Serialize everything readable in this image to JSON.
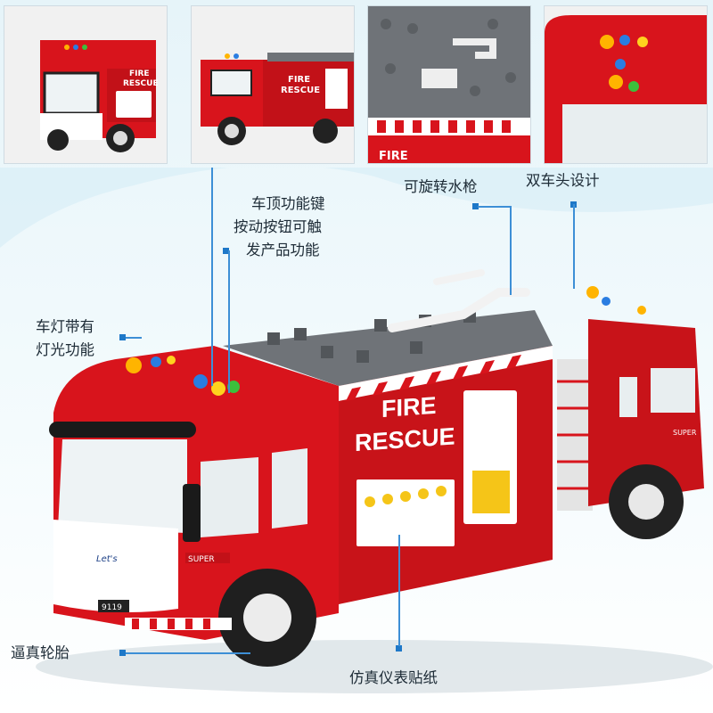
{
  "thumbnails": [
    {
      "alt": "front view",
      "text_rescue": "",
      "text_fire": ""
    },
    {
      "alt": "side view",
      "text_fire": "FIRE",
      "text_rescue": "RESCUE"
    },
    {
      "alt": "roof view",
      "text_fire": "FIRE",
      "text_rescue": ""
    },
    {
      "alt": "cab top view",
      "text_fire": "",
      "text_rescue": ""
    }
  ],
  "thumb1": {
    "fire": "FIRE",
    "rescue": "RESCUE"
  },
  "truck": {
    "side_fire": "FIRE",
    "side_rescue": "RESCUE",
    "badge_front": "SUPER",
    "badge_rear": "SUPER",
    "plate": "9119",
    "grille_logo": "Let's"
  },
  "annotations": {
    "roof_keys_1": "车顶功能键",
    "roof_keys_2": "按动按钮可触",
    "roof_keys_3": "发产品功能",
    "water_gun": "可旋转水枪",
    "dual_cab": "双车头设计",
    "lights_1": "车灯带有",
    "lights_2": "灯光功能",
    "tires": "逼真轮胎",
    "gauges": "仿真仪表贴纸"
  },
  "colors": {
    "truck_red": "#d8141c",
    "accent_blue": "#1e78c8",
    "roof_gray": "#6f7378"
  }
}
